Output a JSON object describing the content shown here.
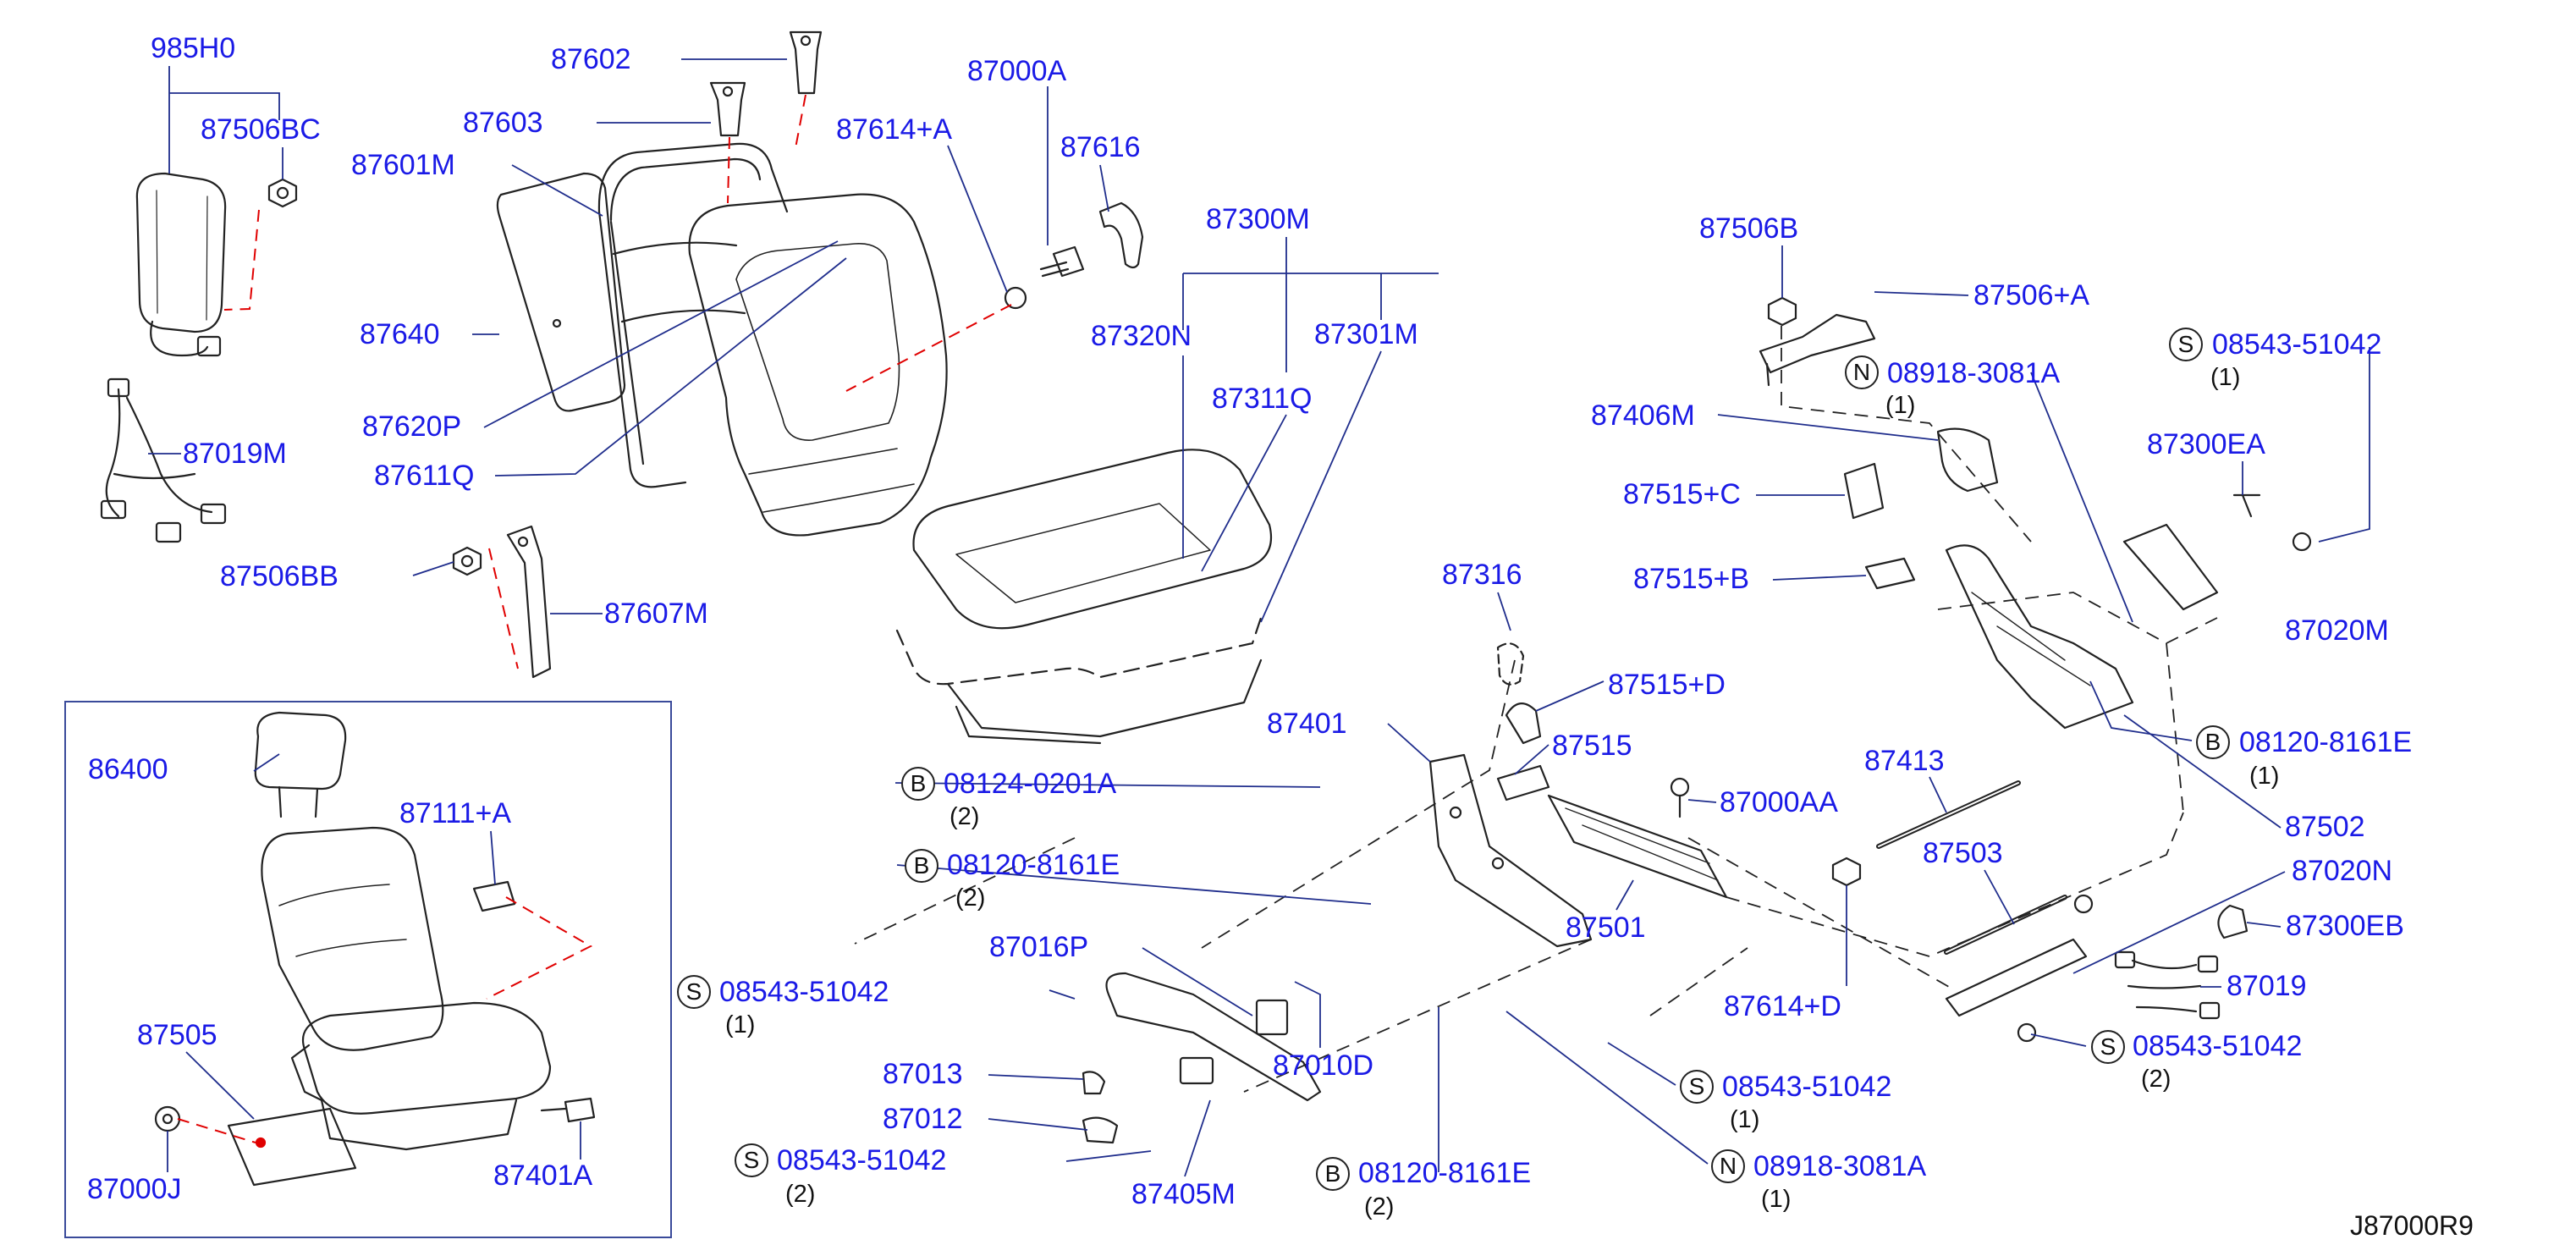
{
  "diagram_code": "J87000R9",
  "colors": {
    "label": "#1a1ae6",
    "leader": "#1f2d8c",
    "part_stroke": "#222222",
    "phantom": "#e00000"
  },
  "labels": [
    {
      "id": "985H0",
      "text": "985H0"
    },
    {
      "id": "87506BC",
      "text": "87506BC"
    },
    {
      "id": "87602",
      "text": "87602"
    },
    {
      "id": "87603",
      "text": "87603"
    },
    {
      "id": "87601M",
      "text": "87601M"
    },
    {
      "id": "87000A",
      "text": "87000A"
    },
    {
      "id": "87614A",
      "text": "87614+A"
    },
    {
      "id": "87616",
      "text": "87616"
    },
    {
      "id": "87640",
      "text": "87640"
    },
    {
      "id": "87019M",
      "text": "87019M"
    },
    {
      "id": "87620P",
      "text": "87620P"
    },
    {
      "id": "87611Q",
      "text": "87611Q"
    },
    {
      "id": "87506BB",
      "text": "87506BB"
    },
    {
      "id": "87607M",
      "text": "87607M"
    },
    {
      "id": "87300M",
      "text": "87300M"
    },
    {
      "id": "87320N",
      "text": "87320N"
    },
    {
      "id": "87301M",
      "text": "87301M"
    },
    {
      "id": "87311Q",
      "text": "87311Q"
    },
    {
      "id": "87506B",
      "text": "87506B"
    },
    {
      "id": "87506A",
      "text": "87506+A"
    },
    {
      "id": "87406M",
      "text": "87406M"
    },
    {
      "id": "87515C",
      "text": "87515+C"
    },
    {
      "id": "87515B",
      "text": "87515+B"
    },
    {
      "id": "87300EA",
      "text": "87300EA"
    },
    {
      "id": "87020M",
      "text": "87020M"
    },
    {
      "id": "87316",
      "text": "87316"
    },
    {
      "id": "87515D",
      "text": "87515+D"
    },
    {
      "id": "87401",
      "text": "87401"
    },
    {
      "id": "87515",
      "text": "87515"
    },
    {
      "id": "87000AA",
      "text": "87000AA"
    },
    {
      "id": "87413",
      "text": "87413"
    },
    {
      "id": "87502",
      "text": "87502"
    },
    {
      "id": "87503",
      "text": "87503"
    },
    {
      "id": "87020N",
      "text": "87020N"
    },
    {
      "id": "87300EB",
      "text": "87300EB"
    },
    {
      "id": "87019",
      "text": "87019"
    },
    {
      "id": "86400",
      "text": "86400"
    },
    {
      "id": "87111A",
      "text": "87111+A"
    },
    {
      "id": "87505",
      "text": "87505"
    },
    {
      "id": "87000J",
      "text": "87000J"
    },
    {
      "id": "87401A",
      "text": "87401A"
    },
    {
      "id": "87016P",
      "text": "87016P"
    },
    {
      "id": "87013",
      "text": "87013"
    },
    {
      "id": "87012",
      "text": "87012"
    },
    {
      "id": "87405M",
      "text": "87405M"
    },
    {
      "id": "87010D",
      "text": "87010D"
    },
    {
      "id": "87501",
      "text": "87501"
    },
    {
      "id": "87614D",
      "text": "87614+D"
    }
  ],
  "prefixed_parts": [
    {
      "id": "n1",
      "prefix": "N",
      "number": "08918-3081A",
      "qty": "(1)"
    },
    {
      "id": "s1",
      "prefix": "S",
      "number": "08543-51042",
      "qty": "(1)"
    },
    {
      "id": "b1",
      "prefix": "B",
      "number": "08120-8161E",
      "qty": "(1)"
    },
    {
      "id": "b2",
      "prefix": "B",
      "number": "08124-0201A",
      "qty": "(2)"
    },
    {
      "id": "b3",
      "prefix": "B",
      "number": "08120-8161E",
      "qty": "(2)"
    },
    {
      "id": "s2",
      "prefix": "S",
      "number": "08543-51042",
      "qty": "(1)"
    },
    {
      "id": "s3",
      "prefix": "S",
      "number": "08543-51042",
      "qty": "(2)"
    },
    {
      "id": "s4",
      "prefix": "S",
      "number": "08543-51042",
      "qty": "(1)"
    },
    {
      "id": "s5",
      "prefix": "S",
      "number": "08543-51042",
      "qty": "(2)"
    },
    {
      "id": "b4",
      "prefix": "B",
      "number": "08120-8161E",
      "qty": "(2)"
    },
    {
      "id": "n2",
      "prefix": "N",
      "number": "08918-3081A",
      "qty": "(1)"
    }
  ]
}
